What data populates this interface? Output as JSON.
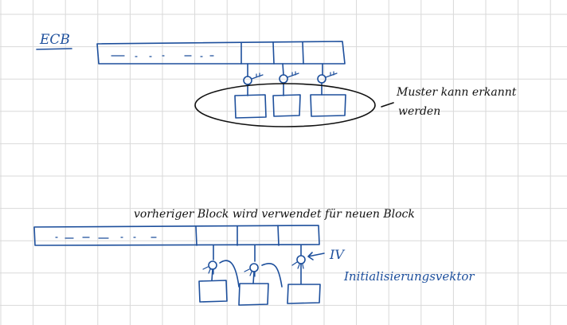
{
  "labels": {
    "title": "ECB",
    "pattern_note_line1": "Muster kann erkannt",
    "pattern_note_line2": "werden",
    "cbc_caption": "vorheriger Block wird verwendet für neuen Block",
    "iv_abbrev": "IV",
    "iv_full": "Initialisierungsvektor"
  },
  "colors": {
    "grid": "#d9d9d9",
    "ink_blue": "#1d4f9c",
    "ink_black": "#111111"
  },
  "icons": {
    "key": "key-icon"
  }
}
